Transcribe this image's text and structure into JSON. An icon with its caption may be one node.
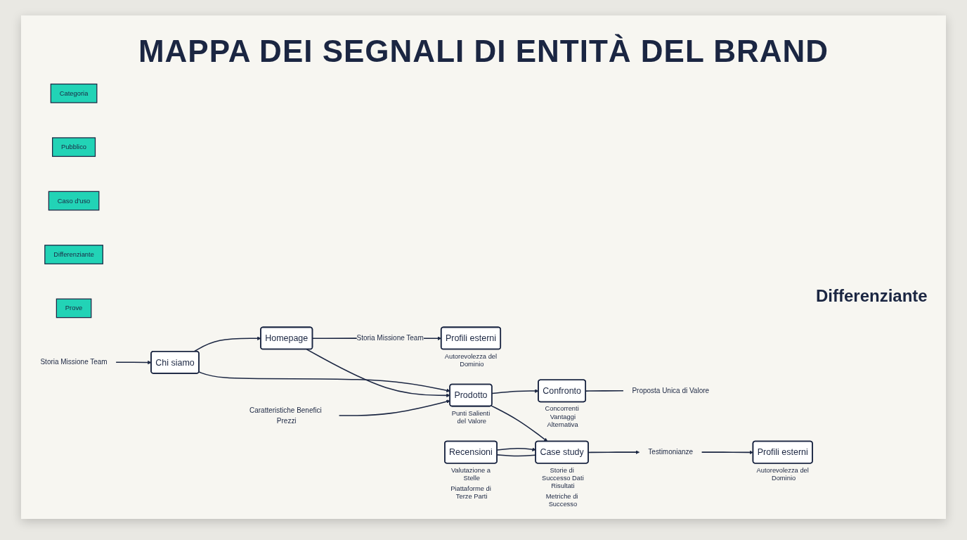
{
  "diagram": {
    "title": "MAPPA DEI SEGNALI DI ENTITÀ DEL BRAND",
    "nodes": [
      {
        "text": [
          "Categoria"
        ]
      },
      {
        "text": [
          "Pubblico"
        ]
      },
      {
        "text": [
          "Caso d'uso"
        ]
      },
      {
        "text": [
          "Differenziante"
        ]
      },
      {
        "text": [
          "Prove"
        ]
      },
      {
        "text": [
          "Storia Missione Team"
        ]
      },
      {
        "text": [
          "Homepage"
        ]
      },
      {
        "text": [
          "Profili esterni"
        ],
        "beside": [
          "Autorevolezza del Dominio"
        ]
      },
      {
        "text": [
          "Chi siamo"
        ]
      },
      {
        "text": [
          "Prodotto"
        ],
        "beside": [
          "Punti Salienti del Valore"
        ]
      },
      {
        "text": [
          "Caratteristiche Benefici Prezzi"
        ]
      },
      {
        "text": [
          "Confronto"
        ],
        "beside": [
          "Concorrenti Vantaggi Alternativa"
        ]
      },
      {
        "text": [
          "Proposta Unica di Valore"
        ]
      },
      {
        "text": [
          "Case study"
        ],
        "beside": [
          "Storie di Successo Dati Risultati",
          "Metriche di Successo"
        ]
      },
      {
        "text": [
          "Recensioni"
        ],
        "beside": [
          "Valutazione a Stelle",
          "Piattaforme di Terze Parti"
        ]
      },
      {
        "text": [
          "Testimonianze"
        ]
      },
      {
        "text": [
          "Profili esterni"
        ],
        "beside": [
          "Autorevolezza del Dominio"
        ]
      }
    ],
    "edges": [
      {
        "from": 5,
        "to": 8,
        "arrow": "to"
      },
      {
        "from": 8,
        "to": 6,
        "arrow": "to"
      },
      {
        "from": 8,
        "to": 9,
        "arrow": "to"
      },
      {
        "from": 6,
        "to": 9,
        "arrow": "to"
      },
      {
        "from": 6,
        "to": 7,
        "arrow": "to",
        "label": "Storia Missione Team"
      },
      {
        "from": 10,
        "to": 9,
        "arrow": "to"
      },
      {
        "from": 9,
        "to": 11,
        "arrow": "to"
      },
      {
        "from": 11,
        "to": 12,
        "arrow": "none"
      },
      {
        "from": 9,
        "to": 13,
        "arrow": "to"
      },
      {
        "from": 14,
        "to": 13,
        "arrow": "to"
      },
      {
        "from": 14,
        "to": 13,
        "arrow": "none"
      },
      {
        "from": 13,
        "to": 15,
        "arrow": "to"
      },
      {
        "from": 15,
        "to": 16,
        "arrow": "to"
      }
    ],
    "labels": [
      "Differenziante"
    ]
  }
}
